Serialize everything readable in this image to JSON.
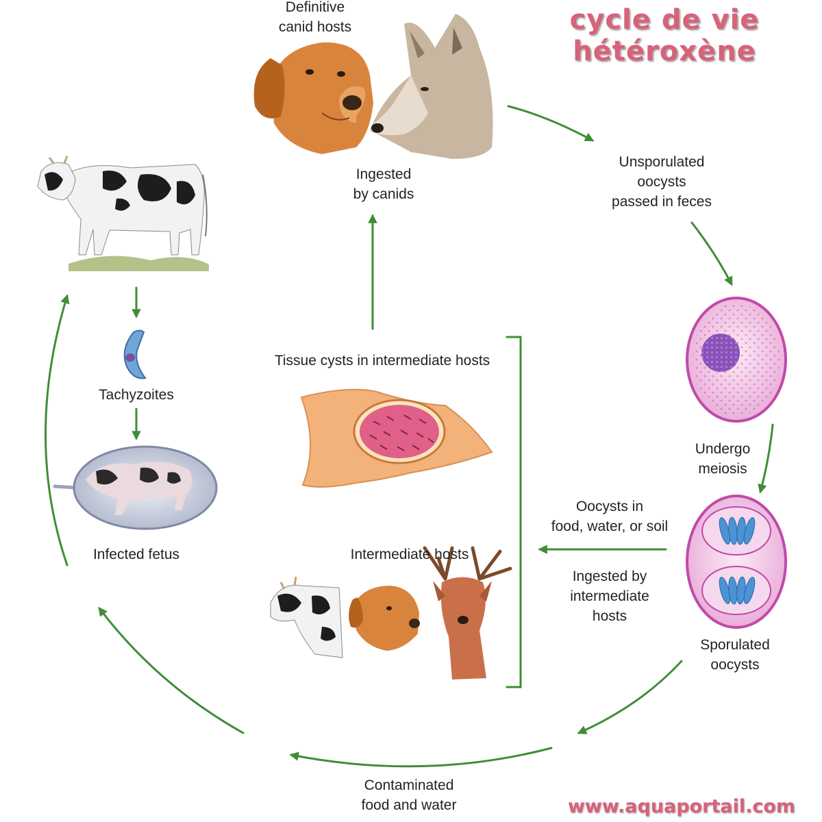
{
  "title": {
    "line1": "cycle de vie",
    "line2": "hétéroxène"
  },
  "website": "www.aquaportail.com",
  "labels": {
    "definitive_hosts": [
      "Definitive",
      "canid hosts"
    ],
    "ingested_by_canids": [
      "Ingested",
      "by canids"
    ],
    "unsporulated": [
      "Unsporulated",
      "oocysts",
      "passed in feces"
    ],
    "undergo_meiosis": [
      "Undergo",
      "meiosis"
    ],
    "sporulated": [
      "Sporulated",
      "oocysts"
    ],
    "oocysts_in_food": [
      "Oocysts in",
      "food, water, or soil"
    ],
    "ingested_by_intermediate": [
      "Ingested by",
      "intermediate",
      "hosts"
    ],
    "contaminated": [
      "Contaminated",
      "food and water"
    ],
    "tissue_cysts": "Tissue cysts in intermediate hosts",
    "intermediate_hosts": "Intermediate hosts",
    "tachyzoites": "Tachyzoites",
    "infected_fetus": "Infected fetus"
  },
  "colors": {
    "arrow": "#3f8d36",
    "title": "#d7627a",
    "oocyst_fill": "#f0c8e6",
    "oocyst_rim": "#c04aa8",
    "tissue": "#f3b27a",
    "cyst": "#e0608a"
  }
}
